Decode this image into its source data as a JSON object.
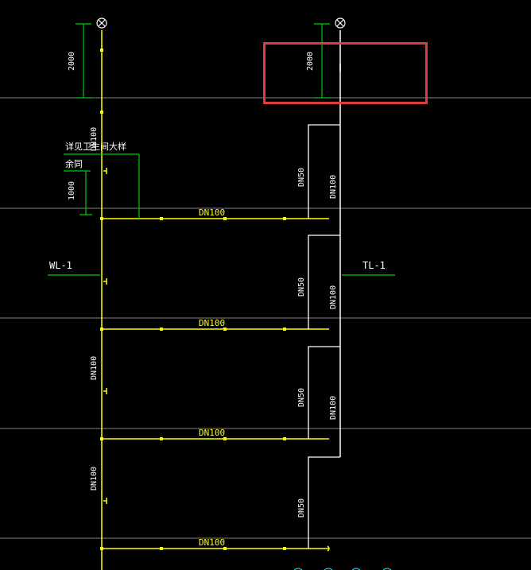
{
  "drawing": {
    "background": "#000000",
    "colors": {
      "pipe": "#ffff00",
      "floor_line": "#808080",
      "riser_tl": "#ffffff",
      "dimension": "#00cc00",
      "selection": "#e03c3c",
      "cyan_marks": "#00ffff"
    },
    "pipe_labels": {
      "dn100": "DN100",
      "dn50": "DN50"
    },
    "dimension_labels": {
      "d2000": "2000",
      "d1000": "1000"
    },
    "notes": {
      "detail_ref": "详见卫生间大样",
      "remaining_same": "余同"
    },
    "risers": {
      "wl": "WL-1",
      "tl": "TL-1"
    },
    "icons": {
      "vent_cap": "vent-cap-icon"
    }
  }
}
